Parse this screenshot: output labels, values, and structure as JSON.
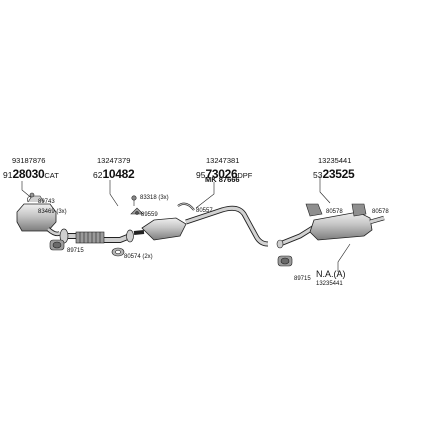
{
  "groups": [
    {
      "top": "93187876",
      "prefix": "91",
      "main": "28030",
      "suffix": "CAT"
    },
    {
      "top": "13247379",
      "prefix": "62",
      "main": "10482",
      "suffix": ""
    },
    {
      "top": "13247381",
      "prefix": "95",
      "main": "73026",
      "suffix": "DPF"
    },
    {
      "top": "13235441",
      "prefix": "53",
      "main": "23525",
      "suffix": ""
    }
  ],
  "mk_label": "MK 87666",
  "callouts": [
    {
      "id": "c89743",
      "text": "89743"
    },
    {
      "id": "c83469",
      "text": "83469 (3x)"
    },
    {
      "id": "c83318",
      "text": "83318 (3x)"
    },
    {
      "id": "c89559",
      "text": "89559"
    },
    {
      "id": "c80557",
      "text": "80557"
    },
    {
      "id": "c89715a",
      "text": "89715"
    },
    {
      "id": "c80574",
      "text": "80574 (2x)"
    },
    {
      "id": "c89715b",
      "text": "89715"
    },
    {
      "id": "c80578a",
      "text": "80578"
    },
    {
      "id": "c80578b",
      "text": "80578"
    }
  ],
  "na_label": "N.A.(A)",
  "na_sub": "13235441",
  "colors": {
    "line": "#222222",
    "part_fill": "#bdbdbd",
    "part_dark": "#7a7a7a",
    "part_light": "#e2e2e2"
  }
}
